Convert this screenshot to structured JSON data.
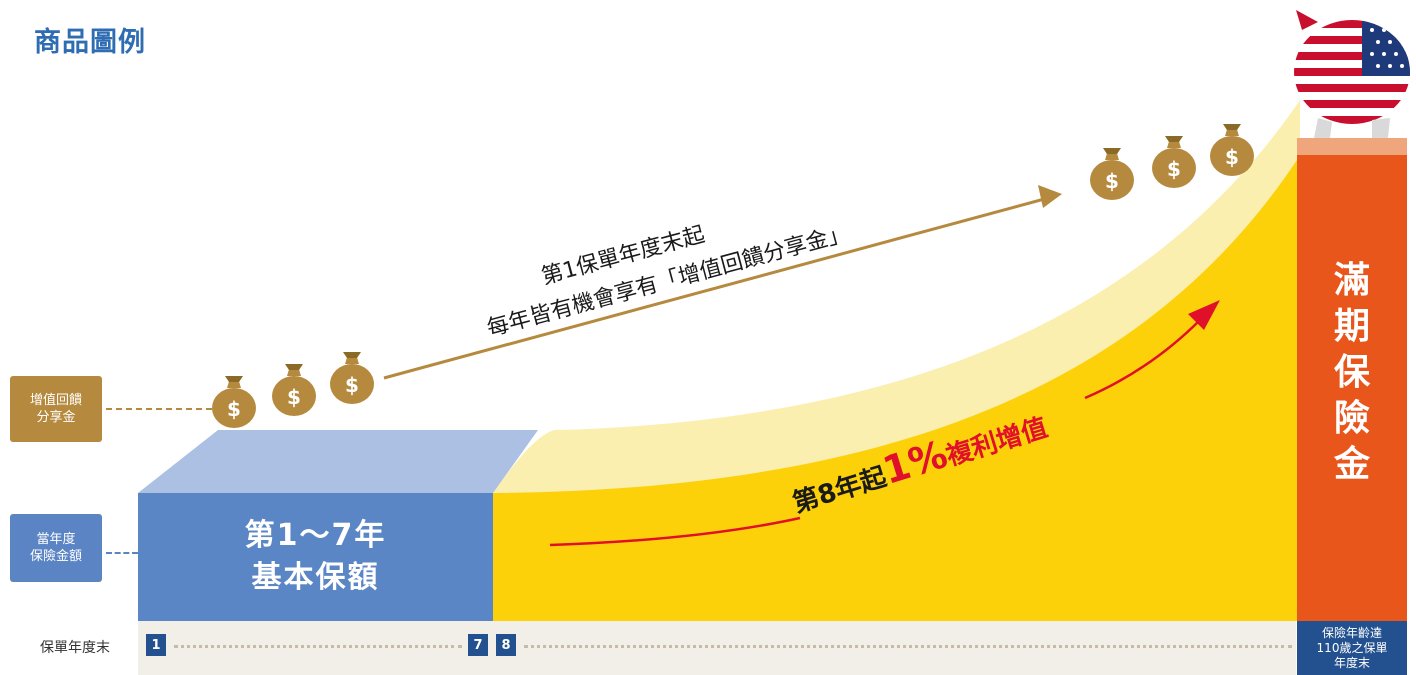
{
  "page_title": "商品圖例",
  "side_labels": {
    "bonus": [
      "增值回饋",
      "分享金"
    ],
    "sum_insured": [
      "當年度",
      "保險金額"
    ]
  },
  "base_block": [
    "第1～7年",
    "基本保額"
  ],
  "gold_callout": [
    "第1保單年度末起",
    "每年皆有機會享有「增值回饋分享金」"
  ],
  "growth_callout": {
    "prefix": "第8年起",
    "rate": "1%",
    "suffix": "複利增值"
  },
  "maturity": [
    "滿",
    "期",
    "保",
    "險",
    "金"
  ],
  "timeline": {
    "label": "保單年度末",
    "years": [
      "1",
      "7",
      "8"
    ],
    "end_label": [
      "保險年齡達",
      "110歲之保單",
      "年度末"
    ]
  },
  "icons": [
    "money-bag-icon",
    "piggy-bank-icon"
  ],
  "colors": {
    "title": "#2f6db3",
    "bonus_gold": "#b68a3e",
    "base_blue": "#5b86c6",
    "growth_yellow": "#fdd10a",
    "light_yellow": "#fbefb0",
    "maturity_orange": "#e8561b",
    "timeline_navy": "#23508f",
    "accent_red": "#e0102a"
  }
}
